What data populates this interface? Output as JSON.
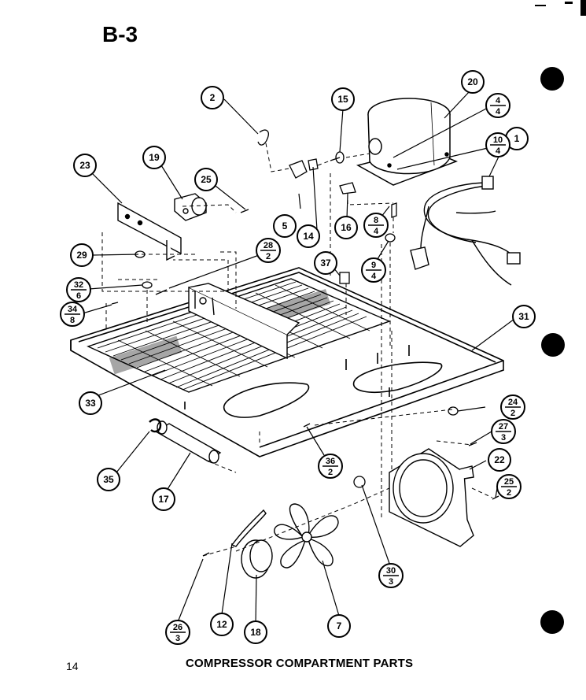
{
  "page_label": "B-3",
  "page_number": "14",
  "caption": "COMPRESSOR COMPARTMENT PARTS",
  "callouts": [
    {
      "id": "c1",
      "text": "1"
    },
    {
      "id": "c2",
      "text": "2"
    },
    {
      "id": "c5",
      "text": "5"
    },
    {
      "id": "c7",
      "text": "7"
    },
    {
      "id": "c12",
      "text": "12"
    },
    {
      "id": "c14",
      "text": "14"
    },
    {
      "id": "c15",
      "text": "15"
    },
    {
      "id": "c16",
      "text": "16"
    },
    {
      "id": "c17",
      "text": "17"
    },
    {
      "id": "c18",
      "text": "18"
    },
    {
      "id": "c19",
      "text": "19"
    },
    {
      "id": "c20",
      "text": "20"
    },
    {
      "id": "c22",
      "text": "22"
    },
    {
      "id": "c23",
      "text": "23"
    },
    {
      "id": "c25",
      "text": "25"
    },
    {
      "id": "c29",
      "text": "29"
    },
    {
      "id": "c31",
      "text": "31"
    },
    {
      "id": "c33",
      "text": "33"
    },
    {
      "id": "c35",
      "text": "35"
    },
    {
      "id": "c37",
      "text": "37"
    },
    {
      "id": "f4_4",
      "top": "4",
      "bottom": "4"
    },
    {
      "id": "f10_4",
      "top": "10",
      "bottom": "4"
    },
    {
      "id": "f8_4a",
      "top": "8",
      "bottom": "4"
    },
    {
      "id": "f9_4",
      "top": "9",
      "bottom": "4"
    },
    {
      "id": "f28_2",
      "top": "28",
      "bottom": "2"
    },
    {
      "id": "f32_6",
      "top": "32",
      "bottom": "6"
    },
    {
      "id": "f34_8",
      "top": "34",
      "bottom": "8"
    },
    {
      "id": "f24_2",
      "top": "24",
      "bottom": "2"
    },
    {
      "id": "f27_3",
      "top": "27",
      "bottom": "3"
    },
    {
      "id": "f25_2",
      "top": "25",
      "bottom": "2"
    },
    {
      "id": "f36_2",
      "top": "36",
      "bottom": "2"
    },
    {
      "id": "f30_3",
      "top": "30",
      "bottom": "3"
    },
    {
      "id": "f26_3",
      "top": "26",
      "bottom": "3"
    }
  ]
}
